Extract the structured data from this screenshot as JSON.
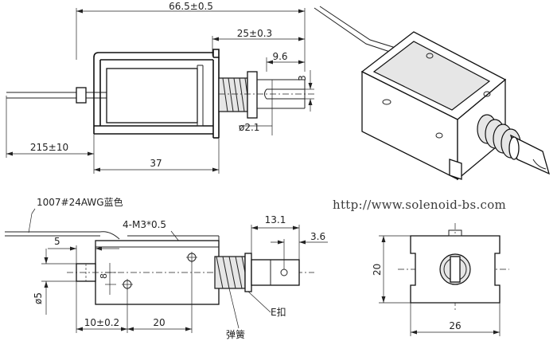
{
  "top_view": {
    "overall_length": "66.5±0.5",
    "plunger_length": "25±0.3",
    "slot_length": "9.6",
    "slot_width": "3",
    "pin_hole": "ø2.1",
    "lead_length": "215±10",
    "frame_length": "37"
  },
  "front_view": {
    "wire_spec": "1007#24AWG蓝色",
    "screw_holes": "4-M3*0.5",
    "shaft_offset": "5",
    "center_offset": "8",
    "shaft_dia": "ø5",
    "tail_length": "10±0.2",
    "hole_spacing": "20",
    "plunger_tip": "13.1",
    "tip_slot": "3.6",
    "e_clip_label": "E扣",
    "spring_label": "弹簧"
  },
  "end_view": {
    "height": "20",
    "width": "26"
  },
  "watermark": "http://www.solenoid-bs.com"
}
